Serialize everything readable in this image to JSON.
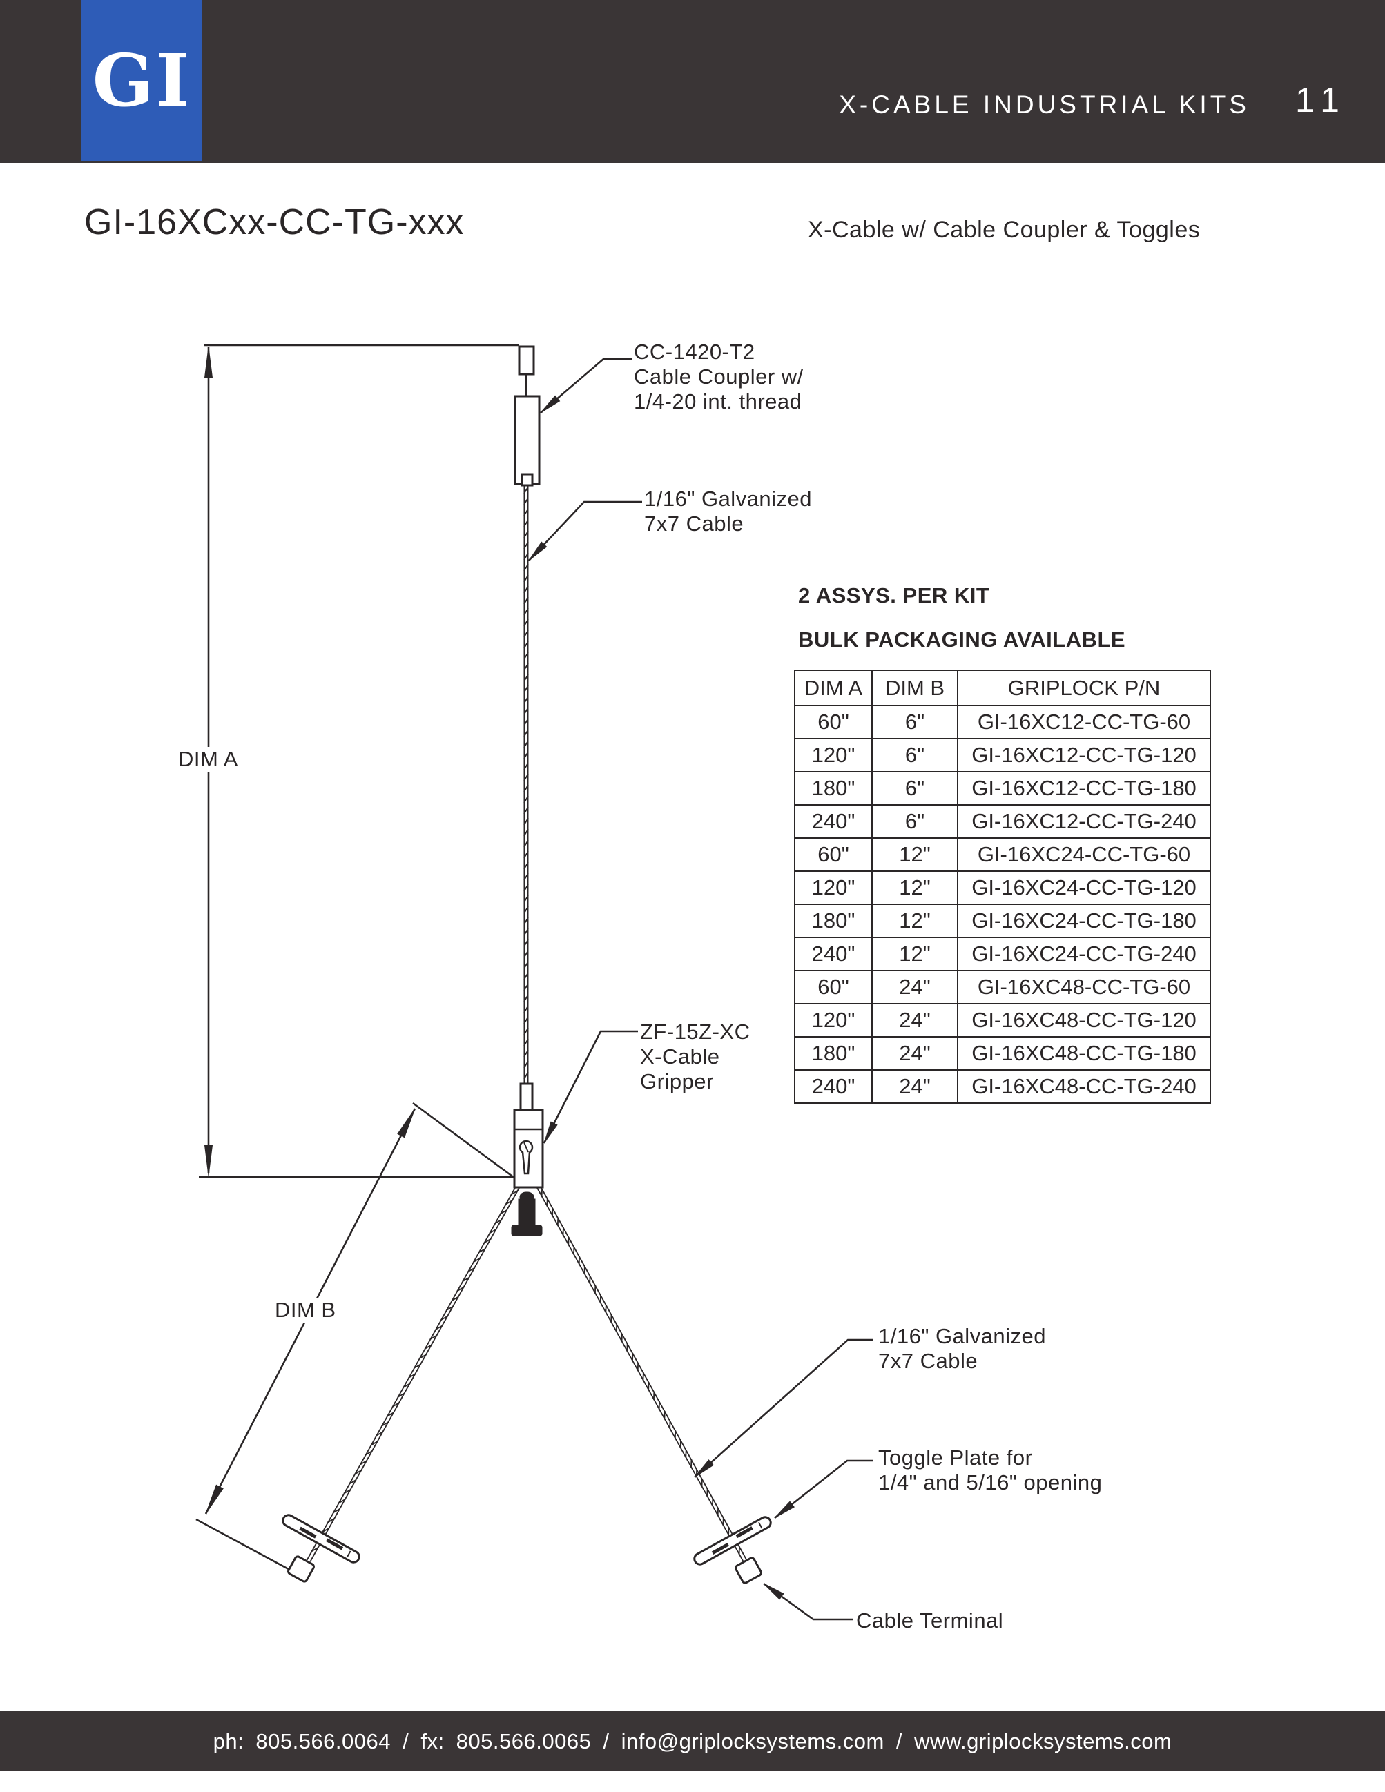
{
  "colors": {
    "header_bar": "#3a3536",
    "logo_blue": "#2e5cb7",
    "ink": "#2a2627",
    "paper": "#ffffff"
  },
  "header": {
    "logo": "GI",
    "section_title": "X-CABLE INDUSTRIAL KITS",
    "page_number": "11"
  },
  "product": {
    "model": "GI-16XCxx-CC-TG-xxx",
    "variant_description": "X-Cable w/ Cable Coupler & Toggles"
  },
  "notes": {
    "assemblies": "2 ASSYS. PER KIT",
    "packaging": "BULK PACKAGING AVAILABLE"
  },
  "diagram_labels": {
    "cable_coupler": "CC-1420-T2\nCable Coupler w/\n1/4-20 int. thread",
    "upper_cable": "1/16\" Galvanized\n7x7 Cable",
    "dim_a": "DIM A",
    "gripper": "ZF-15Z-XC\nX-Cable\nGripper",
    "dim_b": "DIM B",
    "lower_cable": "1/16\" Galvanized\n7x7 Cable",
    "toggle_plate": "Toggle Plate for\n1/4\" and 5/16\" opening",
    "cable_terminal": "Cable Terminal"
  },
  "parts_table": {
    "headers": [
      "DIM A",
      "DIM B",
      "GRIPLOCK P/N"
    ],
    "rows": [
      [
        "60\"",
        "6\"",
        "GI-16XC12-CC-TG-60"
      ],
      [
        "120\"",
        "6\"",
        "GI-16XC12-CC-TG-120"
      ],
      [
        "180\"",
        "6\"",
        "GI-16XC12-CC-TG-180"
      ],
      [
        "240\"",
        "6\"",
        "GI-16XC12-CC-TG-240"
      ],
      [
        "60\"",
        "12\"",
        "GI-16XC24-CC-TG-60"
      ],
      [
        "120\"",
        "12\"",
        "GI-16XC24-CC-TG-120"
      ],
      [
        "180\"",
        "12\"",
        "GI-16XC24-CC-TG-180"
      ],
      [
        "240\"",
        "12\"",
        "GI-16XC24-CC-TG-240"
      ],
      [
        "60\"",
        "24\"",
        "GI-16XC48-CC-TG-60"
      ],
      [
        "120\"",
        "24\"",
        "GI-16XC48-CC-TG-120"
      ],
      [
        "180\"",
        "24\"",
        "GI-16XC48-CC-TG-180"
      ],
      [
        "240\"",
        "24\"",
        "GI-16XC48-CC-TG-240"
      ]
    ]
  },
  "footer": {
    "contact_line": "ph: 805.566.0064  /  fx: 805.566.0065  /  info@griplocksystems.com  /  www.griplocksystems.com"
  }
}
